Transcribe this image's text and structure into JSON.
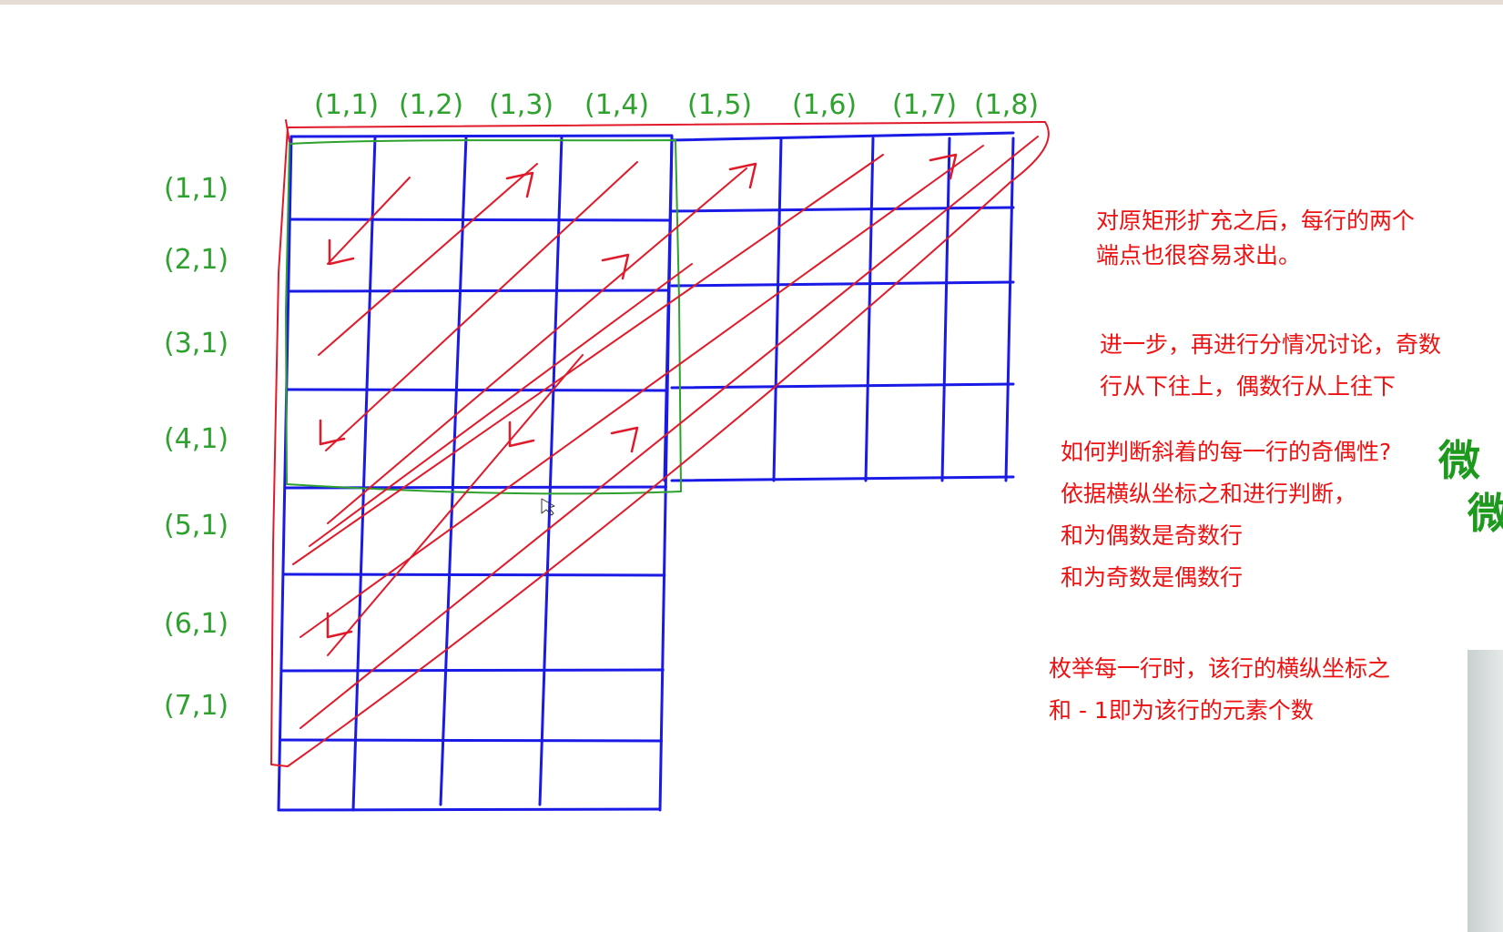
{
  "column_labels": [
    "(1,1)",
    "(1,2)",
    "(1,3)",
    "(1,4)",
    "(1,5)",
    "(1,6)",
    "(1,7)",
    "(1,8)"
  ],
  "row_labels": [
    "(1,1)",
    "(2,1)",
    "(3,1)",
    "(4,1)",
    "(5,1)",
    "(6,1)",
    "(7,1)"
  ],
  "notes": {
    "note1": [
      "对原矩形扩充之后，每行的两个",
      "端点也很容易求出。"
    ],
    "note2": [
      "进一步，再进行分情况讨论，奇数",
      "行从下往上，偶数行从上往下"
    ],
    "note3": [
      "如何判断斜着的每一行的奇偶性?",
      "依据横纵坐标之和进行判断，",
      "和为偶数是奇数行",
      "和为奇数是偶数行"
    ],
    "note4": [
      "枚举每一行时，该行的横纵坐标之",
      "和 - 1即为该行的元素个数"
    ]
  },
  "watermark": [
    "微",
    "微"
  ],
  "colors": {
    "grid": "#1a1ae6",
    "ink_red": "#e01a2a",
    "ink_green": "#2ea12e",
    "note_text": "#ee1111",
    "background": "#ffffff"
  }
}
